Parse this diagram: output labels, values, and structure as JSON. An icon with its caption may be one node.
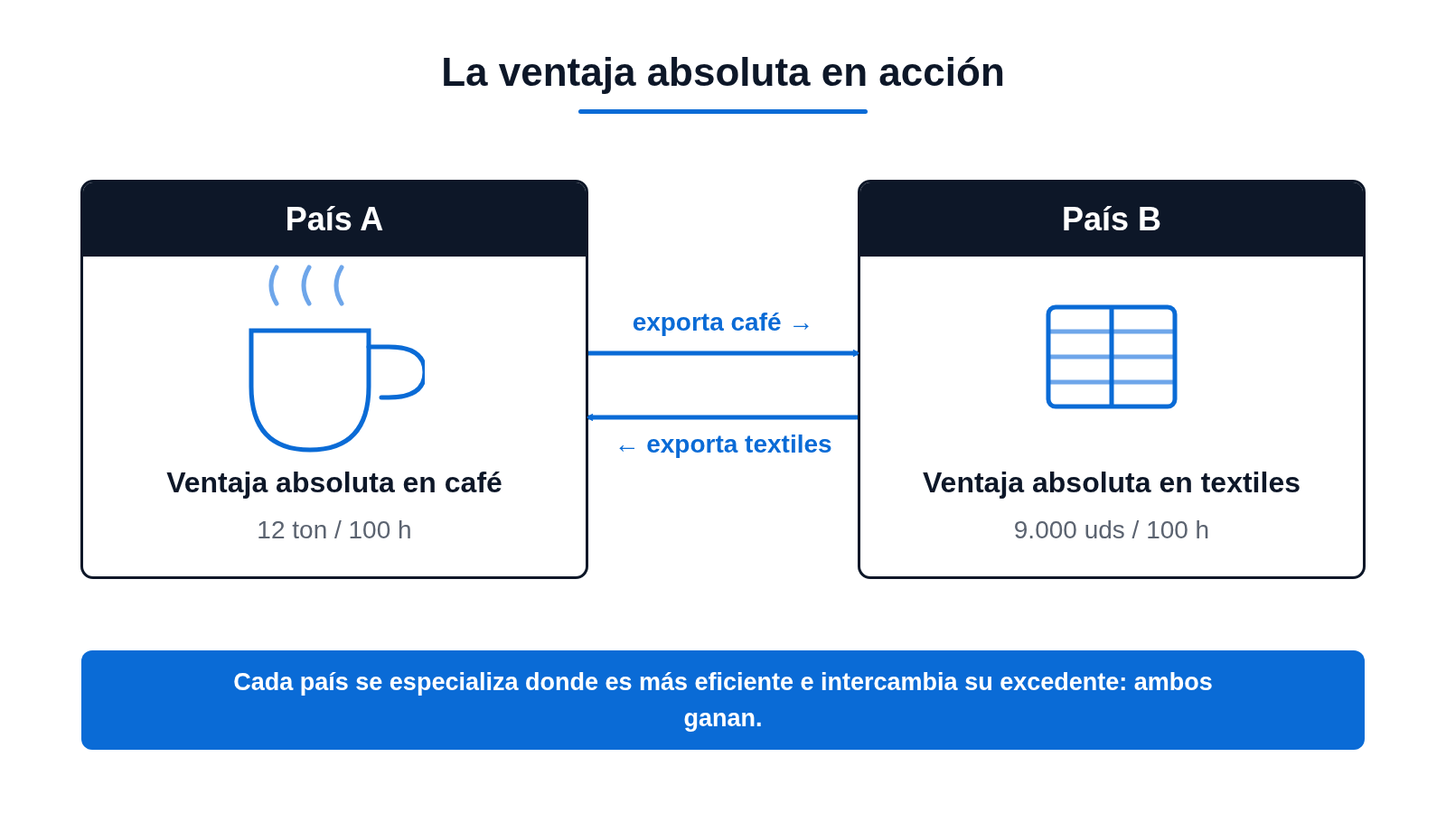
{
  "diagram": {
    "title": "La ventaja absoluta en acción",
    "nodes": [
      {
        "text": [
          "País A",
          "Ventaja absoluta en café",
          "12 ton / 100 h"
        ]
      },
      {
        "text": [
          "País B",
          "Ventaja absoluta en textiles",
          "9.000 uds / 100 h"
        ]
      },
      {
        "text": [
          "Cada país se especializa donde es más eficiente e intercambia su excedente: ambos ganan."
        ]
      }
    ],
    "edges": [
      {
        "from": 0,
        "to": 1,
        "arrow": "to",
        "label": "exporta café →"
      },
      {
        "from": 1,
        "to": 0,
        "arrow": "to",
        "label": "← exporta textiles"
      }
    ]
  }
}
